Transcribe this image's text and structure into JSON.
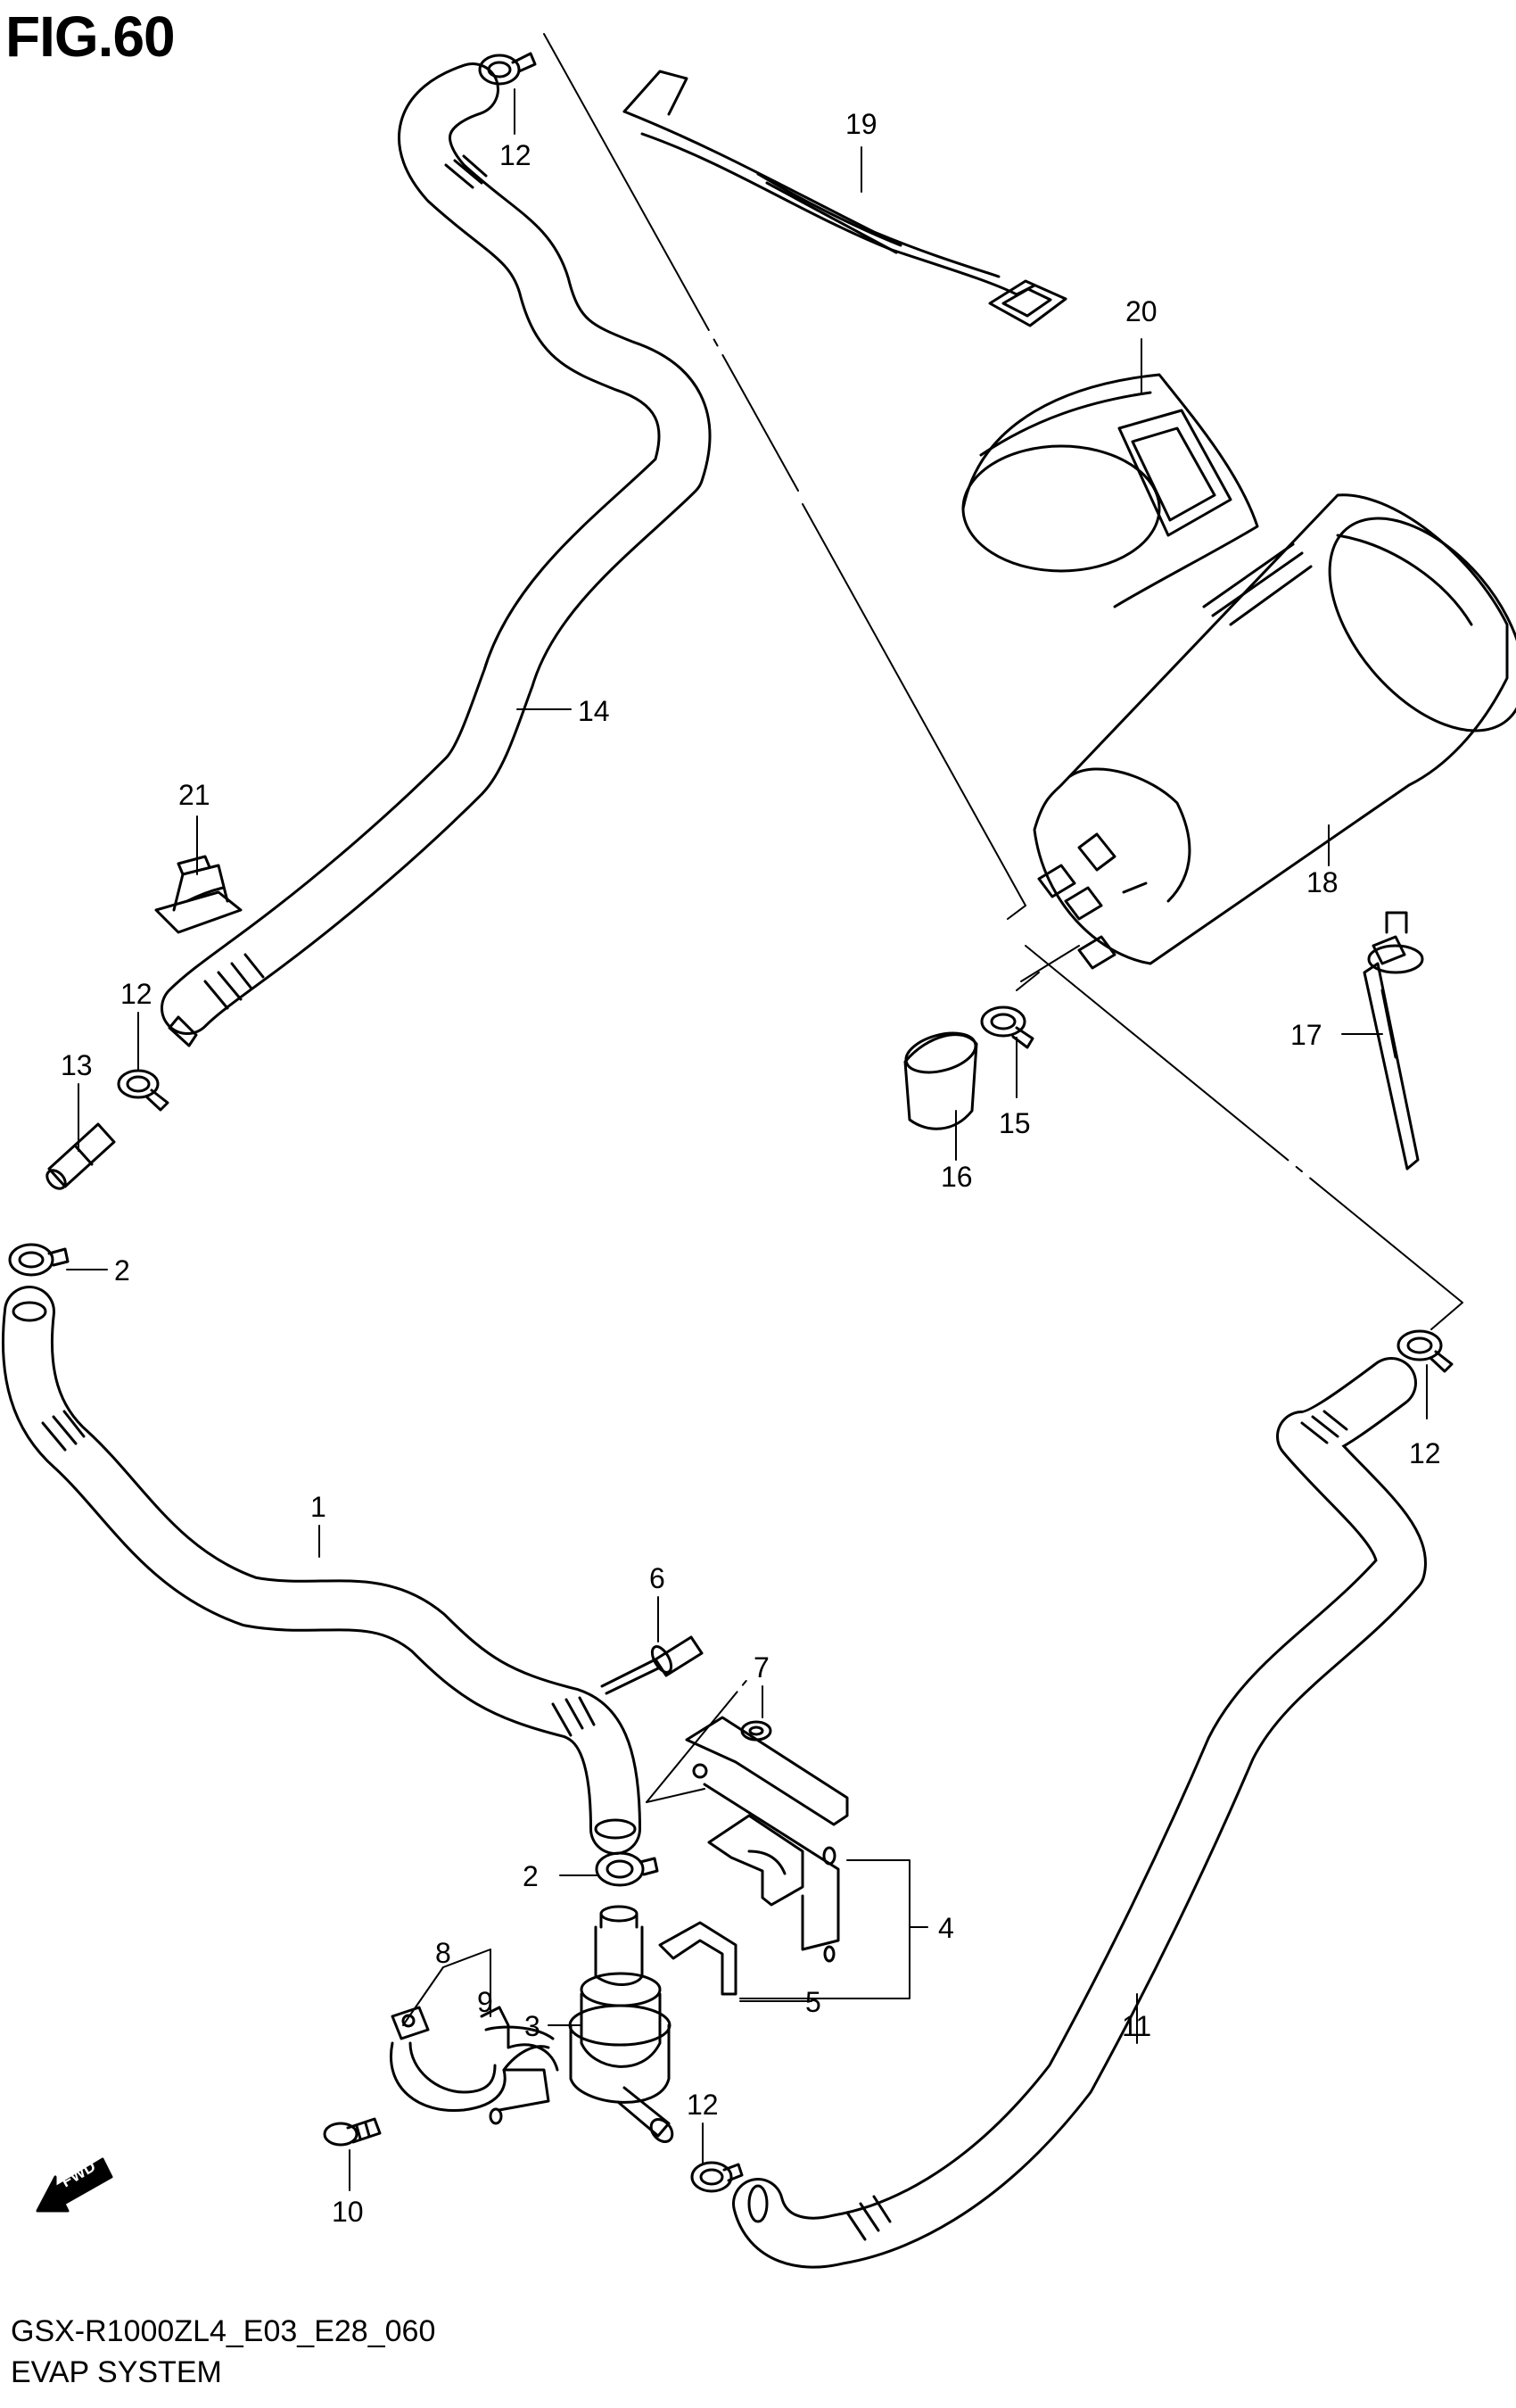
{
  "figure": {
    "title": "FIG.60",
    "model_code": "GSX-R1000ZL4_E03_E28_060",
    "system_name": "EVAP SYSTEM",
    "fwd_badge": "FWD"
  },
  "callouts": [
    {
      "id": "1",
      "label": "1"
    },
    {
      "id": "2a",
      "label": "2"
    },
    {
      "id": "2b",
      "label": "2"
    },
    {
      "id": "3",
      "label": "3"
    },
    {
      "id": "4",
      "label": "4"
    },
    {
      "id": "5",
      "label": "5"
    },
    {
      "id": "6",
      "label": "6"
    },
    {
      "id": "7",
      "label": "7"
    },
    {
      "id": "8",
      "label": "8"
    },
    {
      "id": "9",
      "label": "9"
    },
    {
      "id": "10",
      "label": "10"
    },
    {
      "id": "11",
      "label": "11"
    },
    {
      "id": "12a",
      "label": "12"
    },
    {
      "id": "12b",
      "label": "12"
    },
    {
      "id": "12c",
      "label": "12"
    },
    {
      "id": "12d",
      "label": "12"
    },
    {
      "id": "13",
      "label": "13"
    },
    {
      "id": "14",
      "label": "14"
    },
    {
      "id": "15",
      "label": "15"
    },
    {
      "id": "16",
      "label": "16"
    },
    {
      "id": "17",
      "label": "17"
    },
    {
      "id": "18",
      "label": "18"
    },
    {
      "id": "19",
      "label": "19"
    },
    {
      "id": "20",
      "label": "20"
    },
    {
      "id": "21",
      "label": "21"
    }
  ],
  "colors": {
    "line": "#000000",
    "background": "#ffffff"
  }
}
